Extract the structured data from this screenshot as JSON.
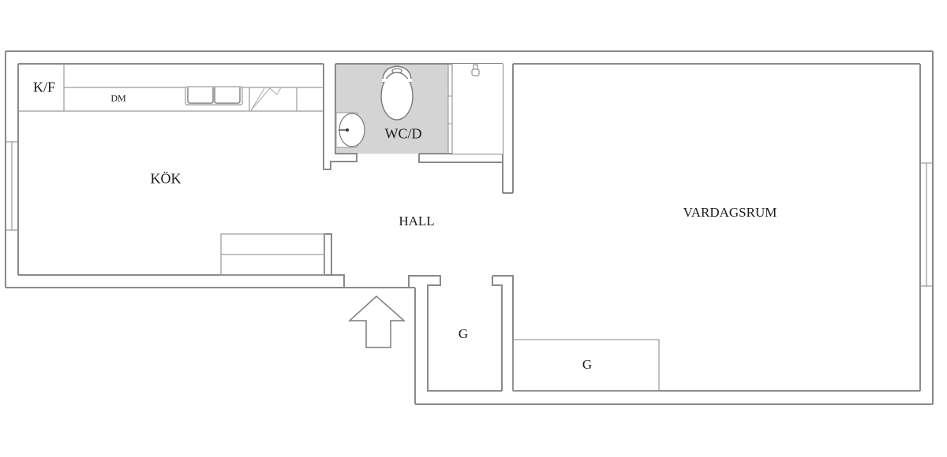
{
  "floorplan": {
    "colors": {
      "wall_stroke": "#8a8a8a",
      "bathroom_fill": "#d4d4d4",
      "background": "#ffffff",
      "text": "#1a1a1a"
    },
    "rooms": [
      {
        "id": "kok",
        "label": "KÖK"
      },
      {
        "id": "wc",
        "label": "WC/D"
      },
      {
        "id": "hall",
        "label": "HALL"
      },
      {
        "id": "vardagsrum",
        "label": "VARDAGSRUM"
      },
      {
        "id": "garderob_hall",
        "label": "G"
      },
      {
        "id": "garderob_vardagsrum",
        "label": "G"
      }
    ],
    "fixtures": {
      "fridge_freezer": "K/F",
      "dishwasher": "DM"
    },
    "entrance": {
      "icon": "entrance-arrow-icon"
    }
  }
}
